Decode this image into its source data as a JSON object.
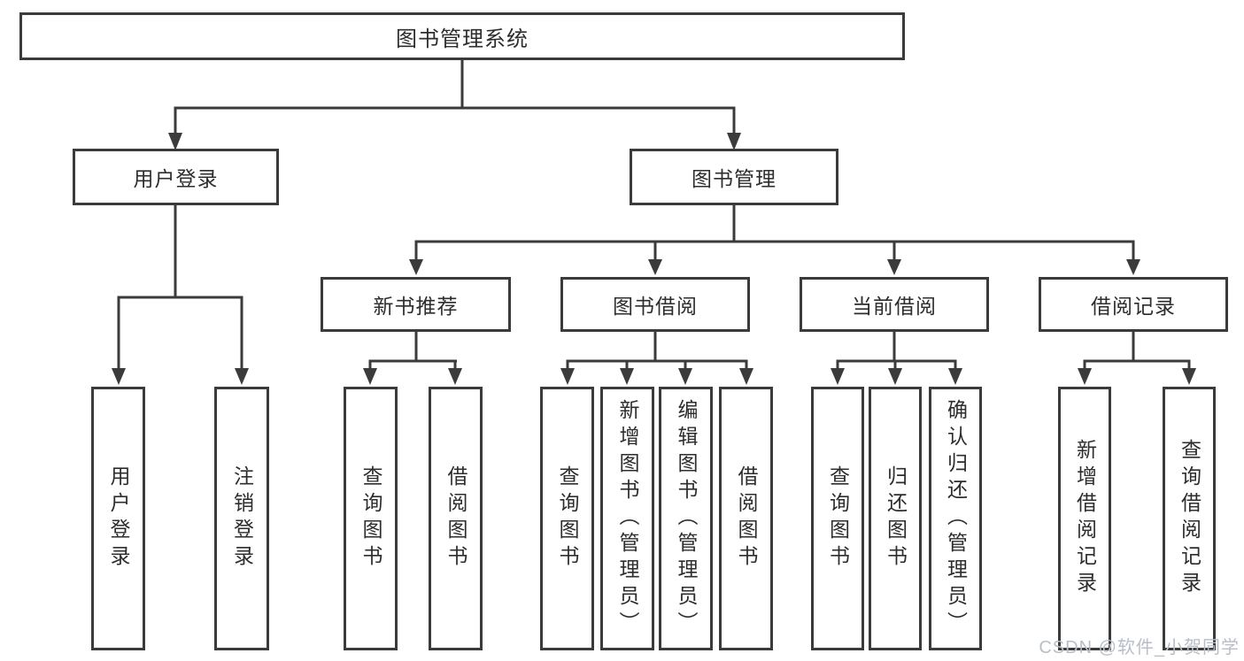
{
  "diagram": {
    "nodes": {
      "root": "图书管理系统",
      "user_login": "用户登录",
      "book_management": "图书管理",
      "new_book_recommend": "新书推荐",
      "book_borrow": "图书借阅",
      "current_borrow": "当前借阅",
      "borrow_records": "借阅记录",
      "leaf_user_login": "用户登录",
      "leaf_logout": "注销登录",
      "leaf_query_book_a": "查询图书",
      "leaf_borrow_book_a": "借阅图书",
      "leaf_query_book_b": "查询图书",
      "leaf_add_book_admin": "新增图书（管理员）",
      "leaf_edit_book_admin": "编辑图书（管理员）",
      "leaf_borrow_book_b": "借阅图书",
      "leaf_query_book_c": "查询图书",
      "leaf_return_book": "归还图书",
      "leaf_confirm_return_admin": "确认归还（管理员）",
      "leaf_add_borrow_record": "新增借阅记录",
      "leaf_query_borrow_record": "查询借阅记录"
    },
    "edges": [
      {
        "from": "图书管理系统",
        "to": [
          "用户登录",
          "图书管理"
        ]
      },
      {
        "from": "用户登录",
        "to": [
          "用户登录",
          "注销登录"
        ]
      },
      {
        "from": "图书管理",
        "to": [
          "新书推荐",
          "图书借阅",
          "当前借阅",
          "借阅记录"
        ]
      },
      {
        "from": "新书推荐",
        "to": [
          "查询图书",
          "借阅图书"
        ]
      },
      {
        "from": "图书借阅",
        "to": [
          "查询图书",
          "新增图书（管理员）",
          "编辑图书（管理员）",
          "借阅图书"
        ]
      },
      {
        "from": "当前借阅",
        "to": [
          "查询图书",
          "归还图书",
          "确认归还（管理员）"
        ]
      },
      {
        "from": "借阅记录",
        "to": [
          "新增借阅记录",
          "查询借阅记录"
        ]
      }
    ],
    "colors": {
      "line": "#3b3b3b",
      "box_border": "#3b3b3b",
      "text": "#2d2d2d",
      "background": "#ffffff",
      "watermark": "#b8bec8"
    }
  },
  "watermark": "CSDN @软件_小贺同学"
}
